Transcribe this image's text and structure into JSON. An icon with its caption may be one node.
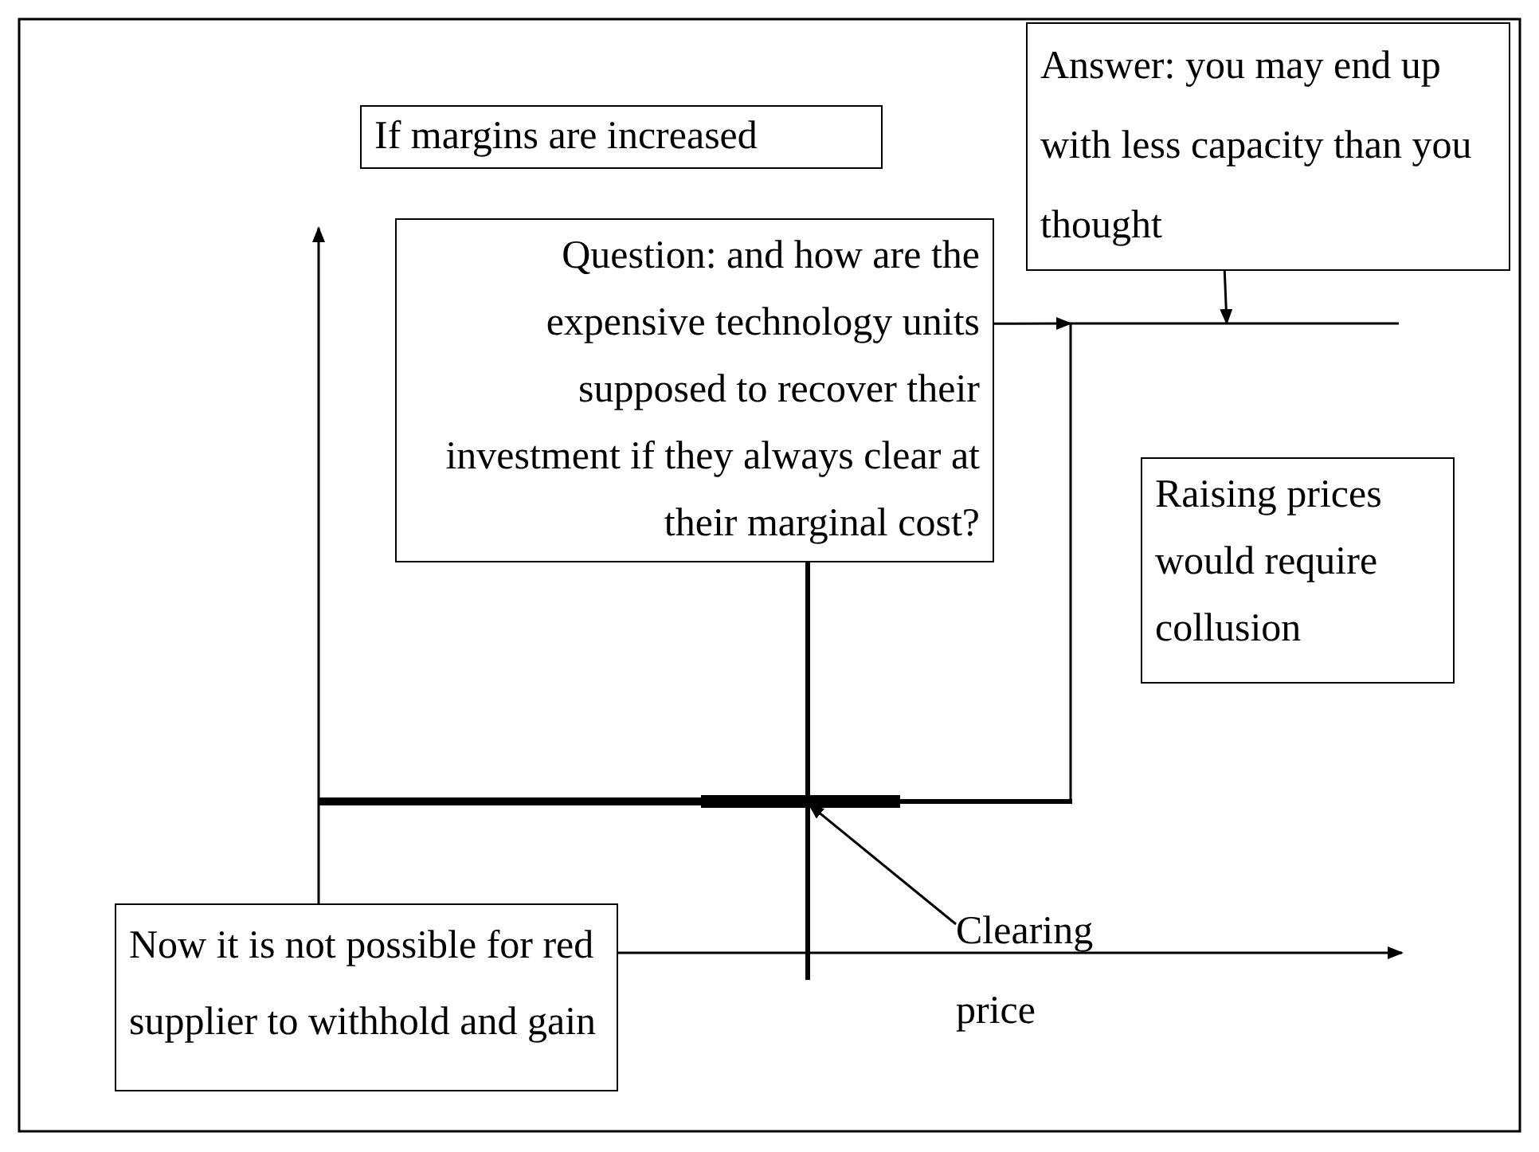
{
  "diagram": {
    "nodes": [
      {
        "text": [
          "If margins are increased"
        ]
      },
      {
        "text": [
          "Answer: you may end up with less capacity than you thought"
        ]
      },
      {
        "text": [
          "Question: and how are the expensive technology units supposed to recover their investment if they always clear at their marginal cost?"
        ]
      },
      {
        "text": [
          "Raising prices would require collusion"
        ]
      },
      {
        "text": [
          "Now it is not possible for red supplier to withhold and gain"
        ]
      },
      {
        "text": [
          "Clearing price"
        ]
      }
    ],
    "edges": [
      {
        "from": 2,
        "to": null,
        "arrow": "to"
      },
      {
        "from": 1,
        "to": null,
        "arrow": "to"
      },
      {
        "from": 5,
        "to": null,
        "arrow": "to"
      }
    ]
  }
}
